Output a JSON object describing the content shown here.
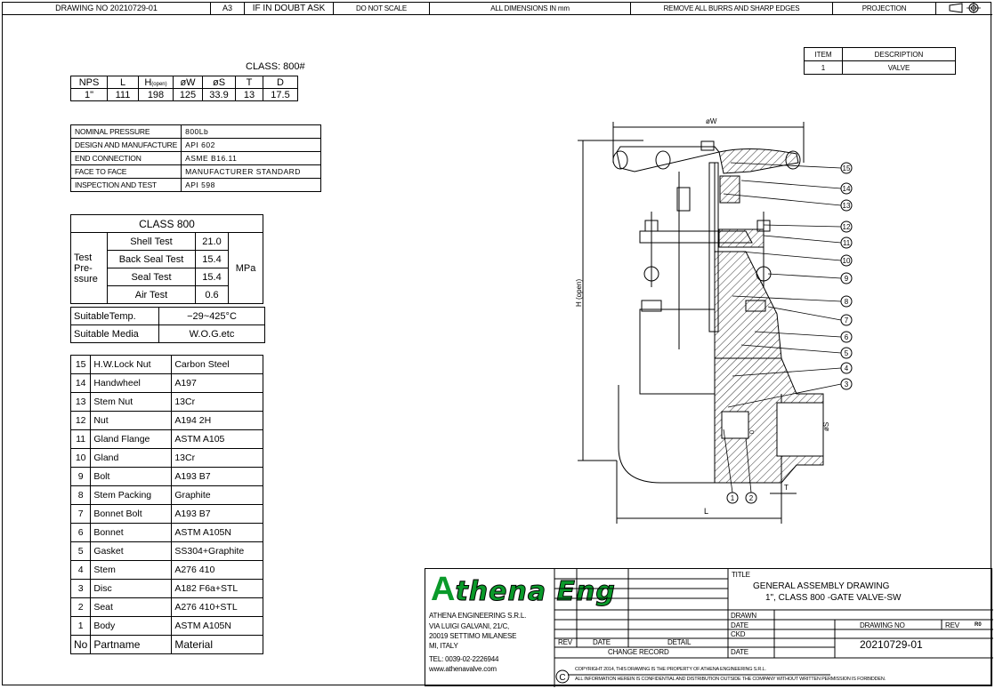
{
  "header": {
    "drawing_no": "DRAWING NO 20210729-01",
    "sheet": "A3",
    "doubt": "IF IN DOUBT ASK",
    "noscale": "DO NOT SCALE",
    "dimensions": "ALL DIMENSIONS IN mm",
    "burrs": "REMOVE ALL BURRS AND SHARP EDGES",
    "projection": "PROJECTION"
  },
  "dims": {
    "class_label": "CLASS:  800#",
    "headers": [
      "NPS",
      "L",
      "H",
      "øW",
      "øS",
      "T",
      "D"
    ],
    "h_sub": "(open)",
    "values": [
      "1\"",
      "111",
      "198",
      "125",
      "33.9",
      "13",
      "17.5"
    ]
  },
  "spec": [
    {
      "k": "NOMINAL PRESSURE",
      "v": "800Lb"
    },
    {
      "k": "DESIGN AND MANUFACTURE",
      "v": "API 602"
    },
    {
      "k": "END CONNECTION",
      "v": "ASME B16.11"
    },
    {
      "k": "FACE TO FACE",
      "v": "MANUFACTURER STANDARD"
    },
    {
      "k": "INSPECTION AND TEST",
      "v": "API 598"
    }
  ],
  "class_table": {
    "title": "CLASS 800",
    "test_label": "Test\nPre-\nssure",
    "unit": "MPa",
    "rows": [
      {
        "name": "Shell Test",
        "value": "21.0"
      },
      {
        "name": "Back Seal Test",
        "value": "15.4"
      },
      {
        "name": "Seal Test",
        "value": "15.4"
      },
      {
        "name": "Air Test",
        "value": "0.6"
      }
    ],
    "temp_label": "SuitableTemp.",
    "temp_value": "−29~425°C",
    "media_label": "Suitable Media",
    "media_value": "W.O.G.etc"
  },
  "parts": [
    {
      "no": "15",
      "name": "H.W.Lock Nut",
      "material": "Carbon Steel"
    },
    {
      "no": "14",
      "name": "Handwheel",
      "material": "A197"
    },
    {
      "no": "13",
      "name": "Stem Nut",
      "material": "13Cr"
    },
    {
      "no": "12",
      "name": "Nut",
      "material": "A194 2H"
    },
    {
      "no": "11",
      "name": "Gland Flange",
      "material": "ASTM A105"
    },
    {
      "no": "10",
      "name": "Gland",
      "material": "13Cr"
    },
    {
      "no": "9",
      "name": "Bolt",
      "material": "A193 B7"
    },
    {
      "no": "8",
      "name": "Stem Packing",
      "material": "Graphite"
    },
    {
      "no": "7",
      "name": "Bonnet Bolt",
      "material": "A193 B7"
    },
    {
      "no": "6",
      "name": "Bonnet",
      "material": "ASTM A105N"
    },
    {
      "no": "5",
      "name": "Gasket",
      "material": "SS304+Graphite"
    },
    {
      "no": "4",
      "name": "Stem",
      "material": "A276 410"
    },
    {
      "no": "3",
      "name": "Disc",
      "material": "A182 F6a+STL"
    },
    {
      "no": "2",
      "name": "Seat",
      "material": "A276 410+STL"
    },
    {
      "no": "1",
      "name": "Body",
      "material": "ASTM A105N"
    }
  ],
  "parts_header": {
    "no": "No",
    "name": "Partname",
    "material": "Material"
  },
  "item_table": {
    "headers": [
      "ITEM",
      "DESCRIPTION"
    ],
    "rows": [
      {
        "item": "1",
        "desc": "VALVE"
      }
    ]
  },
  "drawing": {
    "w_label": "øW",
    "h_label": "H (open)",
    "l_label": "L",
    "s_label": "øS",
    "t_label": "T",
    "d_label": "D",
    "balloons_right": [
      "15",
      "14",
      "13",
      "12",
      "11",
      "10",
      "9",
      "8",
      "7",
      "6",
      "5",
      "4",
      "3"
    ],
    "balloons_bottom": [
      "1",
      "2"
    ]
  },
  "title_block": {
    "logo_text": "thena Eng",
    "logo_letter": "A",
    "company": "ATHENA ENGINEERING S.R.L.",
    "address1": "VIA LUIGI GALVANI, 21/C,",
    "address2": "20019 SETTIMO MILANESE",
    "address3": "MI, ITALY",
    "tel": "TEL: 0039-02-2226944",
    "web": "www.athenavalve.com",
    "rev": "REV",
    "date": "DATE",
    "detail": "DETAIL",
    "change_record": "CHANGE RECORD",
    "title_label": "TITLE",
    "title1": "GENERAL ASSEMBLY DRAWING",
    "title2": "1\", CLASS 800 -GATE VALVE-SW",
    "drawn": "DRAWN",
    "date2": "DATE",
    "ckd": "CKD",
    "date3": "DATE",
    "drawing_no_label": "DRAWING NO",
    "rev_label": "REV",
    "rev_no": "R0",
    "drawing_no": "20210729-01",
    "copyright_symbol": "C",
    "copyright1": "COPYRIGHT 2014, THIS DRAWING IS THE PROPERTY OF ATHENA ENGINEERING S.R.L.",
    "copyright2": "ALL INFORMATION HEREIN IS CONFIDENTIAL AND DISTRIBUTION OUTSIDE THE COMPANY WITHOUT WRITTEN PERMISSION IS FORBIDDEN."
  }
}
